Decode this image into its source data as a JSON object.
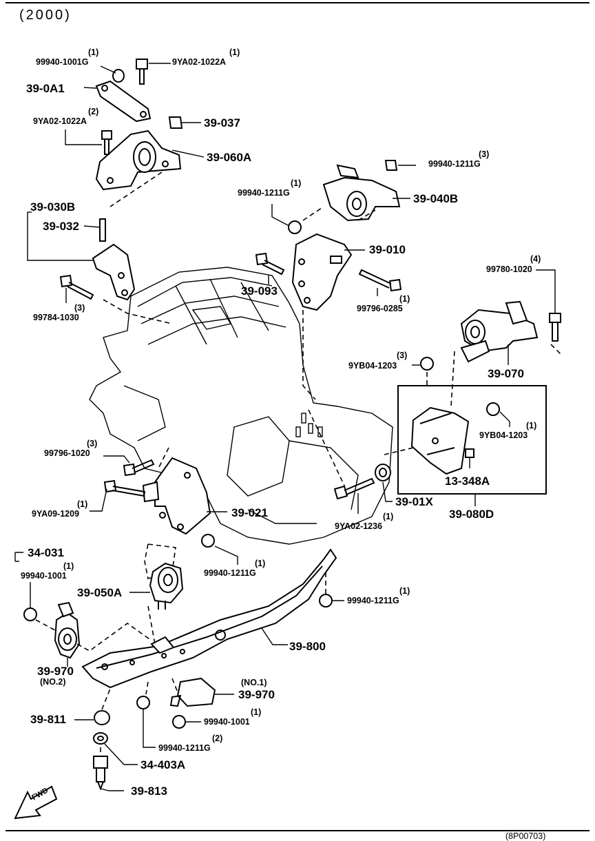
{
  "header": {
    "year": "(2000)",
    "footer_ref": "(8P00703)"
  },
  "parts": {
    "p_99940_1001G_top": {
      "code": "99940-1001G",
      "qty": "(1)"
    },
    "p_9YA02_1022A_top": {
      "code": "9YA02-1022A",
      "qty": "(1)"
    },
    "p_39_0A1": {
      "code": "39-0A1"
    },
    "p_9YA02_1022A_mid": {
      "code": "9YA02-1022A",
      "qty": "(2)"
    },
    "p_39_037": {
      "code": "39-037"
    },
    "p_39_060A": {
      "code": "39-060A"
    },
    "p_99940_1211G_b": {
      "code": "99940-1211G",
      "qty": "(3)"
    },
    "p_99940_1211G_a": {
      "code": "99940-1211G",
      "qty": "(1)"
    },
    "p_39_040B": {
      "code": "39-040B"
    },
    "p_39_030B": {
      "code": "39-030B"
    },
    "p_39_032": {
      "code": "39-032"
    },
    "p_39_010": {
      "code": "39-010"
    },
    "p_39_093": {
      "code": "39-093"
    },
    "p_99784_1030": {
      "code": "99784-1030",
      "qty": "(3)"
    },
    "p_99796_0285": {
      "code": "99796-0285",
      "qty": "(1)"
    },
    "p_99780_1020": {
      "code": "99780-1020",
      "qty": "(4)"
    },
    "p_39_070": {
      "code": "39-070"
    },
    "p_9YB04_1203_a": {
      "code": "9YB04-1203",
      "qty": "(3)"
    },
    "p_9YB04_1203_b": {
      "code": "9YB04-1203",
      "qty": "(1)"
    },
    "p_13_348A": {
      "code": "13-348A"
    },
    "p_39_080D": {
      "code": "39-080D"
    },
    "p_99796_1020": {
      "code": "99796-1020",
      "qty": "(3)"
    },
    "p_9YA09_1209": {
      "code": "9YA09-1209",
      "qty": "(1)"
    },
    "p_39_021": {
      "code": "39-021"
    },
    "p_39_01X": {
      "code": "39-01X"
    },
    "p_9YA02_1236": {
      "code": "9YA02-1236",
      "qty": "(1)"
    },
    "p_34_031": {
      "code": "34-031"
    },
    "p_99940_1001_a": {
      "code": "99940-1001",
      "qty": "(1)"
    },
    "p_39_050A": {
      "code": "39-050A"
    },
    "p_99940_1211G_c": {
      "code": "99940-1211G",
      "qty": "(1)"
    },
    "p_99940_1211G_d": {
      "code": "99940-1211G",
      "qty": "(1)"
    },
    "p_39_800": {
      "code": "39-800"
    },
    "p_39_970_a": {
      "code": "39-970",
      "qty": "(NO.2)"
    },
    "p_39_970_b": {
      "code": "39-970",
      "qty": "(NO.1)"
    },
    "p_39_811": {
      "code": "39-811"
    },
    "p_99940_1001_b": {
      "code": "99940-1001",
      "qty": "(1)"
    },
    "p_99940_1211G_e": {
      "code": "99940-1211G",
      "qty": "(2)"
    },
    "p_34_403A": {
      "code": "34-403A"
    },
    "p_39_813": {
      "code": "39-813"
    }
  },
  "fwd_arrow": {
    "label": "FWD"
  }
}
